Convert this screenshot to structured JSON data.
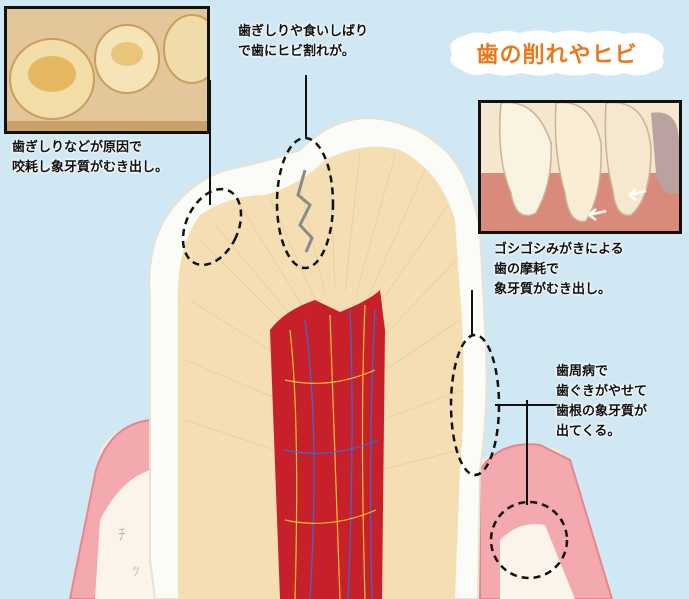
{
  "title": "歯の削れやヒビ",
  "colors": {
    "background": "#cfe8f4",
    "enamel": "#fbfbf8",
    "dentin": "#f5dfb2",
    "pulp": "#c8202a",
    "gum": "#f3a9ad",
    "title_orange": "#e8791d"
  },
  "callouts": {
    "bruxism_wear": "歯ぎしりなどが原因で\n咬耗し象牙質がむき出し。",
    "crack": "歯ぎしりや食いしばり\nで歯にヒビ割れが。",
    "brushing_abrasion": "ゴシゴシみがきによる\n歯の摩耗で\n象牙質がむき出し。",
    "gum_recession": "歯周病で\n歯ぐきがやせて\n歯根の象牙質が\n出てくる。"
  }
}
